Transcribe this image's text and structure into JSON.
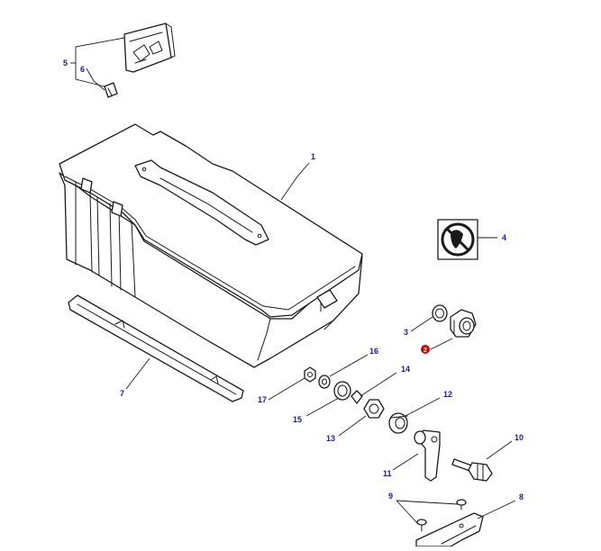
{
  "diagram": {
    "callouts": [
      {
        "id": "c1",
        "text": "1"
      },
      {
        "id": "c2",
        "text": "2"
      },
      {
        "id": "c3",
        "text": "3"
      },
      {
        "id": "c4",
        "text": "4"
      },
      {
        "id": "c5",
        "text": "5"
      },
      {
        "id": "c6",
        "text": "6"
      },
      {
        "id": "c7",
        "text": "7"
      },
      {
        "id": "c8",
        "text": "8"
      },
      {
        "id": "c9",
        "text": "9"
      },
      {
        "id": "c10",
        "text": "10"
      },
      {
        "id": "c11",
        "text": "11"
      },
      {
        "id": "c12",
        "text": "12"
      },
      {
        "id": "c13",
        "text": "13"
      },
      {
        "id": "c14",
        "text": "14"
      },
      {
        "id": "c15",
        "text": "15"
      },
      {
        "id": "c16",
        "text": "16"
      },
      {
        "id": "c17",
        "text": "17"
      }
    ],
    "colors": {
      "callout_text": "#1a1aa8",
      "line": "#1a1a1a",
      "highlight_badge": "#d40000"
    },
    "icons": {
      "no_smoking": "no-smoking-icon"
    }
  }
}
